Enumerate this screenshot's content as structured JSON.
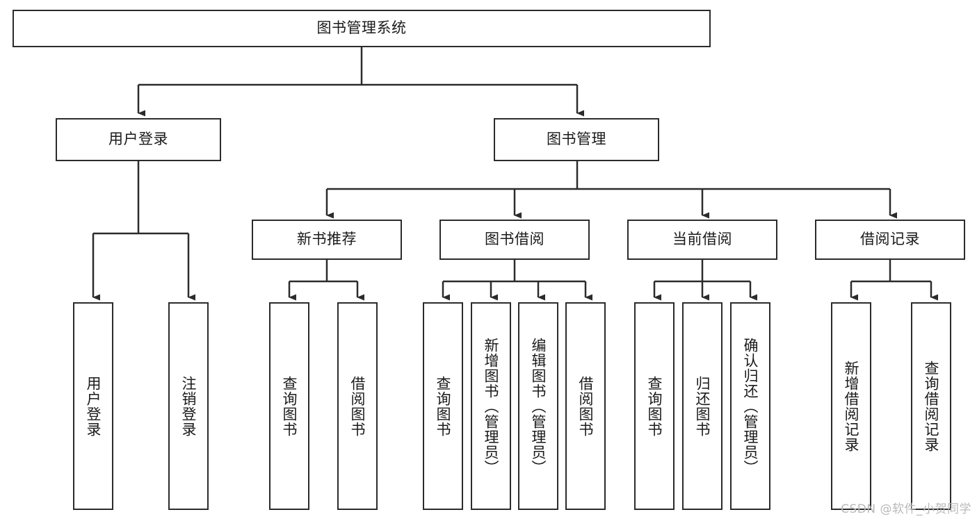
{
  "diagram": {
    "type": "tree",
    "title": "图书管理系统",
    "watermark": "CSDN @软件_小贺同学",
    "colors": {
      "box_border": "#2b2b2b",
      "box_fill": "#ffffff",
      "edge": "#2b2b2b",
      "text": "#1a1a1a",
      "watermark": "#b9b9b9",
      "background": "#ffffff"
    },
    "nodes": {
      "root": {
        "label": "图书管理系统",
        "level": 1
      },
      "level2": [
        {
          "id": "user-login",
          "label": "用户登录"
        },
        {
          "id": "book-management",
          "label": "图书管理"
        }
      ],
      "level3": [
        {
          "id": "new-book-recommend",
          "label": "新书推荐"
        },
        {
          "id": "book-borrow",
          "label": "图书借阅"
        },
        {
          "id": "current-borrow",
          "label": "当前借阅"
        },
        {
          "id": "borrow-record",
          "label": "借阅记录"
        }
      ],
      "leaves": {
        "user-login": [
          {
            "id": "leaf-user-login",
            "label": "用户登录"
          },
          {
            "id": "leaf-logout-login",
            "label": "注销登录"
          }
        ],
        "new-book-recommend": [
          {
            "id": "leaf-query-book-1",
            "label": "查询图书"
          },
          {
            "id": "leaf-borrow-book-1",
            "label": "借阅图书"
          }
        ],
        "book-borrow": [
          {
            "id": "leaf-query-book-2",
            "label": "查询图书"
          },
          {
            "id": "leaf-add-book",
            "label": "新增图书（管理员）"
          },
          {
            "id": "leaf-edit-book",
            "label": "编辑图书（管理员）"
          },
          {
            "id": "leaf-borrow-book-2",
            "label": "借阅图书"
          }
        ],
        "current-borrow": [
          {
            "id": "leaf-query-book-3",
            "label": "查询图书"
          },
          {
            "id": "leaf-return-book",
            "label": "归还图书"
          },
          {
            "id": "leaf-confirm-return",
            "label": "确认归还（管理员）"
          }
        ],
        "borrow-record": [
          {
            "id": "leaf-add-record",
            "label": "新增借阅记录"
          },
          {
            "id": "leaf-query-record",
            "label": "查询借阅记录"
          }
        ]
      }
    },
    "edges": [
      {
        "from": "图书管理系统",
        "to": "用户登录"
      },
      {
        "from": "图书管理系统",
        "to": "图书管理"
      },
      {
        "from": "用户登录",
        "to": "用户登录"
      },
      {
        "from": "用户登录",
        "to": "注销登录"
      },
      {
        "from": "图书管理",
        "to": "新书推荐"
      },
      {
        "from": "图书管理",
        "to": "图书借阅"
      },
      {
        "from": "图书管理",
        "to": "当前借阅"
      },
      {
        "from": "图书管理",
        "to": "借阅记录"
      },
      {
        "from": "新书推荐",
        "to": "查询图书"
      },
      {
        "from": "新书推荐",
        "to": "借阅图书"
      },
      {
        "from": "图书借阅",
        "to": "查询图书"
      },
      {
        "from": "图书借阅",
        "to": "新增图书（管理员）"
      },
      {
        "from": "图书借阅",
        "to": "编辑图书（管理员）"
      },
      {
        "from": "图书借阅",
        "to": "借阅图书"
      },
      {
        "from": "当前借阅",
        "to": "查询图书"
      },
      {
        "from": "当前借阅",
        "to": "归还图书"
      },
      {
        "from": "当前借阅",
        "to": "确认归还（管理员）"
      },
      {
        "from": "借阅记录",
        "to": "新增借阅记录"
      },
      {
        "from": "借阅记录",
        "to": "查询借阅记录"
      }
    ]
  }
}
